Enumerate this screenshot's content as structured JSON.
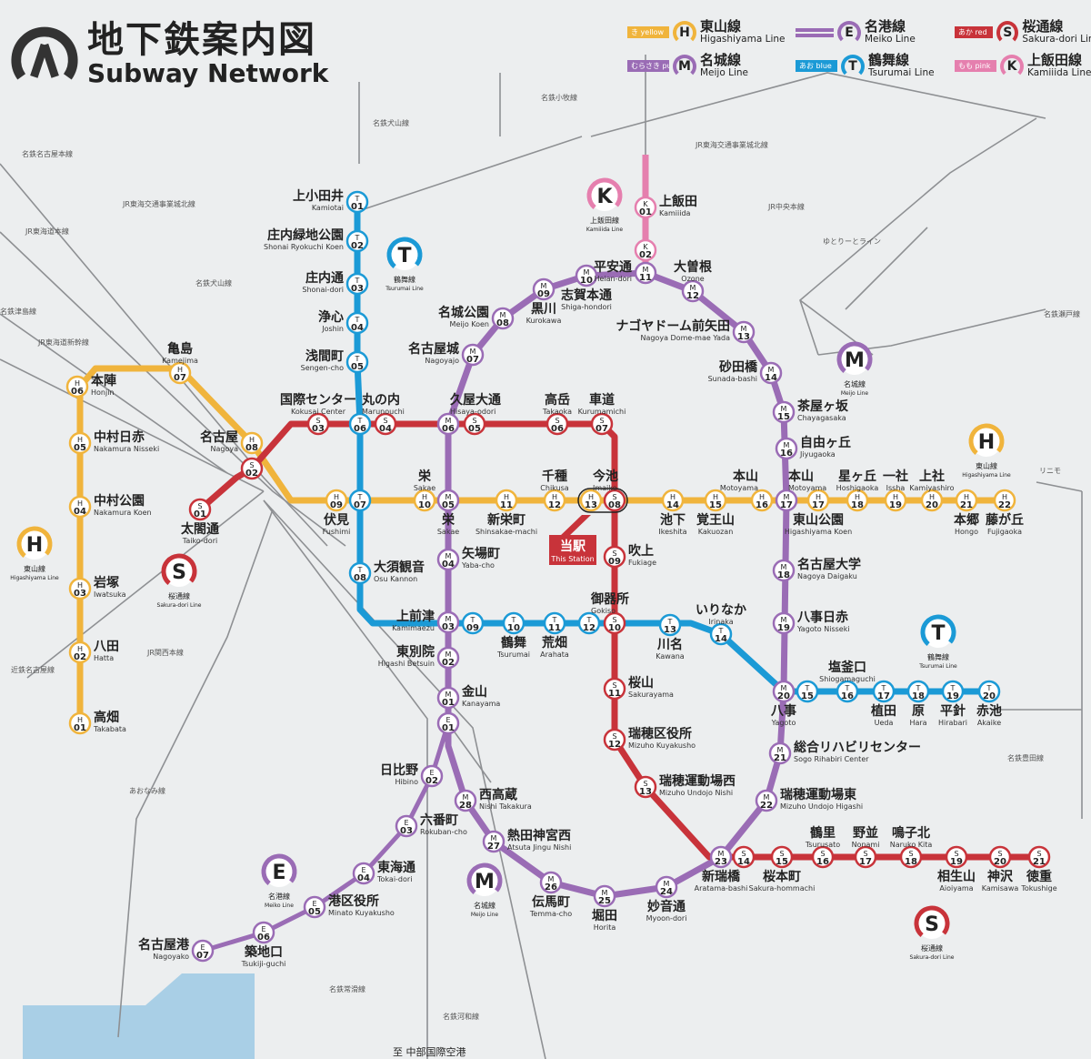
{
  "header": {
    "title_ja": "地下鉄案内図",
    "title_en": "Subway Network"
  },
  "legend": [
    {
      "key": "H",
      "tag": "き yellow",
      "ja": "東山線",
      "en": "Higashiyama Line",
      "color": "#f0b43c"
    },
    {
      "key": "E",
      "tag": "",
      "ja": "名港線",
      "en": "Meiko Line",
      "color": "#9a6cb5"
    },
    {
      "key": "S",
      "tag": "あか red",
      "ja": "桜通線",
      "en": "Sakura-dori Line",
      "color": "#c8333a"
    },
    {
      "key": "M",
      "tag": "むらさき purple",
      "ja": "名城線",
      "en": "Meijo Line",
      "color": "#9a6cb5"
    },
    {
      "key": "T",
      "tag": "あお blue",
      "ja": "鶴舞線",
      "en": "Tsurumai Line",
      "color": "#1b9ad6"
    },
    {
      "key": "K",
      "tag": "もも pink",
      "ja": "上飯田線",
      "en": "Kamiiida Line",
      "color": "#e57fae"
    }
  ],
  "current_station": {
    "ja": "当駅",
    "en": "This Station"
  },
  "lines": {
    "H": {
      "color": "#f0b43c",
      "stations": [
        {
          "code": "H",
          "num": "01",
          "ja": "高畑",
          "en": "Takabata"
        },
        {
          "code": "H",
          "num": "02",
          "ja": "八田",
          "en": "Hatta"
        },
        {
          "code": "H",
          "num": "03",
          "ja": "岩塚",
          "en": "Iwatsuka"
        },
        {
          "code": "H",
          "num": "04",
          "ja": "中村公園",
          "en": "Nakamura Koen"
        },
        {
          "code": "H",
          "num": "05",
          "ja": "中村日赤",
          "en": "Nakamura Nisseki"
        },
        {
          "code": "H",
          "num": "06",
          "ja": "本陣",
          "en": "Honjin"
        },
        {
          "code": "H",
          "num": "07",
          "ja": "亀島",
          "en": "Kamejima"
        },
        {
          "code": "H",
          "num": "08",
          "ja": "名古屋",
          "en": "Nagoya"
        },
        {
          "code": "H",
          "num": "09",
          "ja": "伏見",
          "en": "Fushimi"
        },
        {
          "code": "H",
          "num": "10",
          "ja": "栄",
          "en": "Sakae"
        },
        {
          "code": "H",
          "num": "11",
          "ja": "新栄町",
          "en": "Shinsakae-machi"
        },
        {
          "code": "H",
          "num": "12",
          "ja": "千種",
          "en": "Chikusa"
        },
        {
          "code": "H",
          "num": "13",
          "ja": "今池",
          "en": "Imaike"
        },
        {
          "code": "H",
          "num": "14",
          "ja": "池下",
          "en": "Ikeshita"
        },
        {
          "code": "H",
          "num": "15",
          "ja": "覚王山",
          "en": "Kakuozan"
        },
        {
          "code": "H",
          "num": "16",
          "ja": "本山",
          "en": "Motoyama"
        },
        {
          "code": "H",
          "num": "17",
          "ja": "東山公園",
          "en": "Higashiyama Koen"
        },
        {
          "code": "H",
          "num": "18",
          "ja": "星ヶ丘",
          "en": "Hoshigaoka"
        },
        {
          "code": "H",
          "num": "19",
          "ja": "一社",
          "en": "Issha"
        },
        {
          "code": "H",
          "num": "20",
          "ja": "上社",
          "en": "Kamiyashiro"
        },
        {
          "code": "H",
          "num": "21",
          "ja": "本郷",
          "en": "Hongo"
        },
        {
          "code": "H",
          "num": "22",
          "ja": "藤が丘",
          "en": "Fujigaoka"
        }
      ]
    },
    "M": {
      "color": "#9a6cb5",
      "stations": [
        {
          "code": "M",
          "num": "01",
          "ja": "金山",
          "en": "Kanayama"
        },
        {
          "code": "M",
          "num": "02",
          "ja": "東別院",
          "en": "Higashi Betsuin"
        },
        {
          "code": "M",
          "num": "03",
          "ja": "上前津",
          "en": "Kamimaezu"
        },
        {
          "code": "M",
          "num": "04",
          "ja": "矢場町",
          "en": "Yaba-cho"
        },
        {
          "code": "M",
          "num": "05",
          "ja": "栄",
          "en": "Sakae"
        },
        {
          "code": "M",
          "num": "06",
          "ja": "久屋大通",
          "en": "Hisaya-odori"
        },
        {
          "code": "M",
          "num": "07",
          "ja": "名古屋城",
          "en": "Nagoyajo"
        },
        {
          "code": "M",
          "num": "08",
          "ja": "名城公園",
          "en": "Meijo Koen"
        },
        {
          "code": "M",
          "num": "09",
          "ja": "黒川",
          "en": "Kurokawa"
        },
        {
          "code": "M",
          "num": "10",
          "ja": "志賀本通",
          "en": "Shiga-hondori"
        },
        {
          "code": "M",
          "num": "11",
          "ja": "平安通",
          "en": "Heian-dori"
        },
        {
          "code": "M",
          "num": "12",
          "ja": "大曽根",
          "en": "Ozone"
        },
        {
          "code": "M",
          "num": "13",
          "ja": "ナゴヤドーム前矢田",
          "en": "Nagoya Dome-mae Yada"
        },
        {
          "code": "M",
          "num": "14",
          "ja": "砂田橋",
          "en": "Sunada-bashi"
        },
        {
          "code": "M",
          "num": "15",
          "ja": "茶屋ヶ坂",
          "en": "Chayagasaka"
        },
        {
          "code": "M",
          "num": "16",
          "ja": "自由ヶ丘",
          "en": "Jiyugaoka"
        },
        {
          "code": "M",
          "num": "17",
          "ja": "本山",
          "en": "Motoyama"
        },
        {
          "code": "M",
          "num": "18",
          "ja": "名古屋大学",
          "en": "Nagoya Daigaku"
        },
        {
          "code": "M",
          "num": "19",
          "ja": "八事日赤",
          "en": "Yagoto Nisseki"
        },
        {
          "code": "M",
          "num": "20",
          "ja": "八事",
          "en": "Yagoto"
        },
        {
          "code": "M",
          "num": "21",
          "ja": "総合リハビリセンター",
          "en": "Sogo Rihabiri Center"
        },
        {
          "code": "M",
          "num": "22",
          "ja": "瑞穂運動場東",
          "en": "Mizuho Undojo Higashi"
        },
        {
          "code": "M",
          "num": "23",
          "ja": "新瑞橋",
          "en": "Aratama-bashi"
        },
        {
          "code": "M",
          "num": "24",
          "ja": "妙音通",
          "en": "Myoon-dori"
        },
        {
          "code": "M",
          "num": "25",
          "ja": "堀田",
          "en": "Horita"
        },
        {
          "code": "M",
          "num": "26",
          "ja": "伝馬町",
          "en": "Temma-cho"
        },
        {
          "code": "M",
          "num": "27",
          "ja": "熱田神宮西",
          "en": "Atsuta Jingu Nishi"
        },
        {
          "code": "M",
          "num": "28",
          "ja": "西高蔵",
          "en": "Nishi Takakura"
        }
      ]
    },
    "E": {
      "color": "#9a6cb5",
      "stations": [
        {
          "code": "E",
          "num": "01",
          "ja": "",
          "en": ""
        },
        {
          "code": "E",
          "num": "02",
          "ja": "日比野",
          "en": "Hibino"
        },
        {
          "code": "E",
          "num": "03",
          "ja": "六番町",
          "en": "Rokuban-cho"
        },
        {
          "code": "E",
          "num": "04",
          "ja": "東海通",
          "en": "Tokai-dori"
        },
        {
          "code": "E",
          "num": "05",
          "ja": "港区役所",
          "en": "Minato Kuyakusho"
        },
        {
          "code": "E",
          "num": "06",
          "ja": "築地口",
          "en": "Tsukiji-guchi"
        },
        {
          "code": "E",
          "num": "07",
          "ja": "名古屋港",
          "en": "Nagoyako"
        }
      ]
    },
    "T": {
      "color": "#1b9ad6",
      "stations": [
        {
          "code": "T",
          "num": "01",
          "ja": "上小田井",
          "en": "Kamiotai"
        },
        {
          "code": "T",
          "num": "02",
          "ja": "庄内緑地公園",
          "en": "Shonai Ryokuchi Koen"
        },
        {
          "code": "T",
          "num": "03",
          "ja": "庄内通",
          "en": "Shonai-dori"
        },
        {
          "code": "T",
          "num": "04",
          "ja": "浄心",
          "en": "Joshin"
        },
        {
          "code": "T",
          "num": "05",
          "ja": "浅間町",
          "en": "Sengen-cho"
        },
        {
          "code": "T",
          "num": "06",
          "ja": "丸の内",
          "en": "Marunouchi"
        },
        {
          "code": "T",
          "num": "07",
          "ja": "",
          "en": ""
        },
        {
          "code": "T",
          "num": "08",
          "ja": "大須観音",
          "en": "Osu Kannon"
        },
        {
          "code": "T",
          "num": "09",
          "ja": "",
          "en": ""
        },
        {
          "code": "T",
          "num": "10",
          "ja": "鶴舞",
          "en": "Tsurumai"
        },
        {
          "code": "T",
          "num": "11",
          "ja": "荒畑",
          "en": "Arahata"
        },
        {
          "code": "T",
          "num": "12",
          "ja": "御器所",
          "en": "Gokiso"
        },
        {
          "code": "T",
          "num": "13",
          "ja": "川名",
          "en": "Kawana"
        },
        {
          "code": "T",
          "num": "14",
          "ja": "いりなか",
          "en": "Irinaka"
        },
        {
          "code": "T",
          "num": "15",
          "ja": "",
          "en": ""
        },
        {
          "code": "T",
          "num": "16",
          "ja": "塩釜口",
          "en": "Shiogamaguchi"
        },
        {
          "code": "T",
          "num": "17",
          "ja": "植田",
          "en": "Ueda"
        },
        {
          "code": "T",
          "num": "18",
          "ja": "原",
          "en": "Hara"
        },
        {
          "code": "T",
          "num": "19",
          "ja": "平針",
          "en": "Hirabari"
        },
        {
          "code": "T",
          "num": "20",
          "ja": "赤池",
          "en": "Akaike"
        }
      ]
    },
    "S": {
      "color": "#c8333a",
      "stations": [
        {
          "code": "S",
          "num": "01",
          "ja": "太閤通",
          "en": "Taiko-dori"
        },
        {
          "code": "S",
          "num": "02",
          "ja": "",
          "en": ""
        },
        {
          "code": "S",
          "num": "03",
          "ja": "国際センター",
          "en": "Kokusai Center"
        },
        {
          "code": "S",
          "num": "04",
          "ja": "",
          "en": ""
        },
        {
          "code": "S",
          "num": "05",
          "ja": "",
          "en": ""
        },
        {
          "code": "S",
          "num": "06",
          "ja": "高岳",
          "en": "Takaoka"
        },
        {
          "code": "S",
          "num": "07",
          "ja": "車道",
          "en": "Kurumamichi"
        },
        {
          "code": "S",
          "num": "08",
          "ja": "",
          "en": ""
        },
        {
          "code": "S",
          "num": "09",
          "ja": "吹上",
          "en": "Fukiage"
        },
        {
          "code": "S",
          "num": "10",
          "ja": "",
          "en": ""
        },
        {
          "code": "S",
          "num": "11",
          "ja": "桜山",
          "en": "Sakurayama"
        },
        {
          "code": "S",
          "num": "12",
          "ja": "瑞穂区役所",
          "en": "Mizuho Kuyakusho"
        },
        {
          "code": "S",
          "num": "13",
          "ja": "瑞穂運動場西",
          "en": "Mizuho Undojo Nishi"
        },
        {
          "code": "S",
          "num": "14",
          "ja": "",
          "en": ""
        },
        {
          "code": "S",
          "num": "15",
          "ja": "桜本町",
          "en": "Sakura-hommachi"
        },
        {
          "code": "S",
          "num": "16",
          "ja": "鶴里",
          "en": "Tsurusato"
        },
        {
          "code": "S",
          "num": "17",
          "ja": "野並",
          "en": "Nonami"
        },
        {
          "code": "S",
          "num": "18",
          "ja": "鳴子北",
          "en": "Naruko Kita"
        },
        {
          "code": "S",
          "num": "19",
          "ja": "相生山",
          "en": "Aioiyama"
        },
        {
          "code": "S",
          "num": "20",
          "ja": "神沢",
          "en": "Kamisawa"
        },
        {
          "code": "S",
          "num": "21",
          "ja": "徳重",
          "en": "Tokushige"
        }
      ]
    },
    "K": {
      "color": "#e57fae",
      "stations": [
        {
          "code": "K",
          "num": "01",
          "ja": "上飯田",
          "en": "Kamiiida"
        },
        {
          "code": "K",
          "num": "02",
          "ja": "",
          "en": ""
        }
      ]
    }
  },
  "other_lines": [
    "名鉄名古屋本線",
    "JR東海道本線",
    "JR東海交通事業城北線",
    "名鉄犬山線",
    "名鉄津島線",
    "JR東海道新幹線",
    "JR関西本線",
    "近鉄名古屋線",
    "あおなみ線",
    "名鉄常滑線",
    "名鉄河和線",
    "JR中央本線",
    "名鉄瀬戸線",
    "名鉄豊田線",
    "JR東海交通事業城北線",
    "ゆとりーとライン",
    "リニモ",
    "名鉄小牧線",
    "名鉄犬山線"
  ],
  "bottom_note": "至 中部国際空港"
}
